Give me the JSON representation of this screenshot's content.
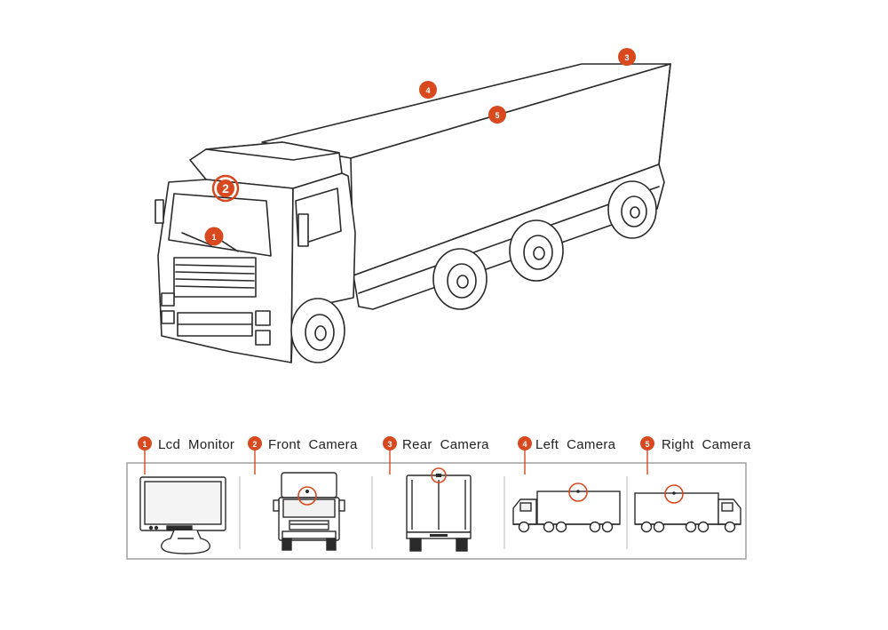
{
  "colors": {
    "accent": "#d9491f",
    "line": "#2a2a2a",
    "frame": "#9a9a9a"
  },
  "truck_markers": [
    {
      "number": "1",
      "component": "Lcd Monitor"
    },
    {
      "number": "2",
      "component": "Front Camera"
    },
    {
      "number": "3",
      "component": "Rear Camera"
    },
    {
      "number": "4",
      "component": "Left Camera"
    },
    {
      "number": "5",
      "component": "Right Camera"
    }
  ],
  "legend": [
    {
      "number": "1",
      "label": "Lcd  Monitor",
      "icon": "lcd-monitor-icon"
    },
    {
      "number": "2",
      "label": "Front  Camera",
      "icon": "truck-front-icon"
    },
    {
      "number": "3",
      "label": "Rear  Camera",
      "icon": "truck-rear-icon"
    },
    {
      "number": "4",
      "label": "Left  Camera",
      "icon": "truck-left-side-icon"
    },
    {
      "number": "5",
      "label": "Right  Camera",
      "icon": "truck-right-side-icon"
    }
  ]
}
